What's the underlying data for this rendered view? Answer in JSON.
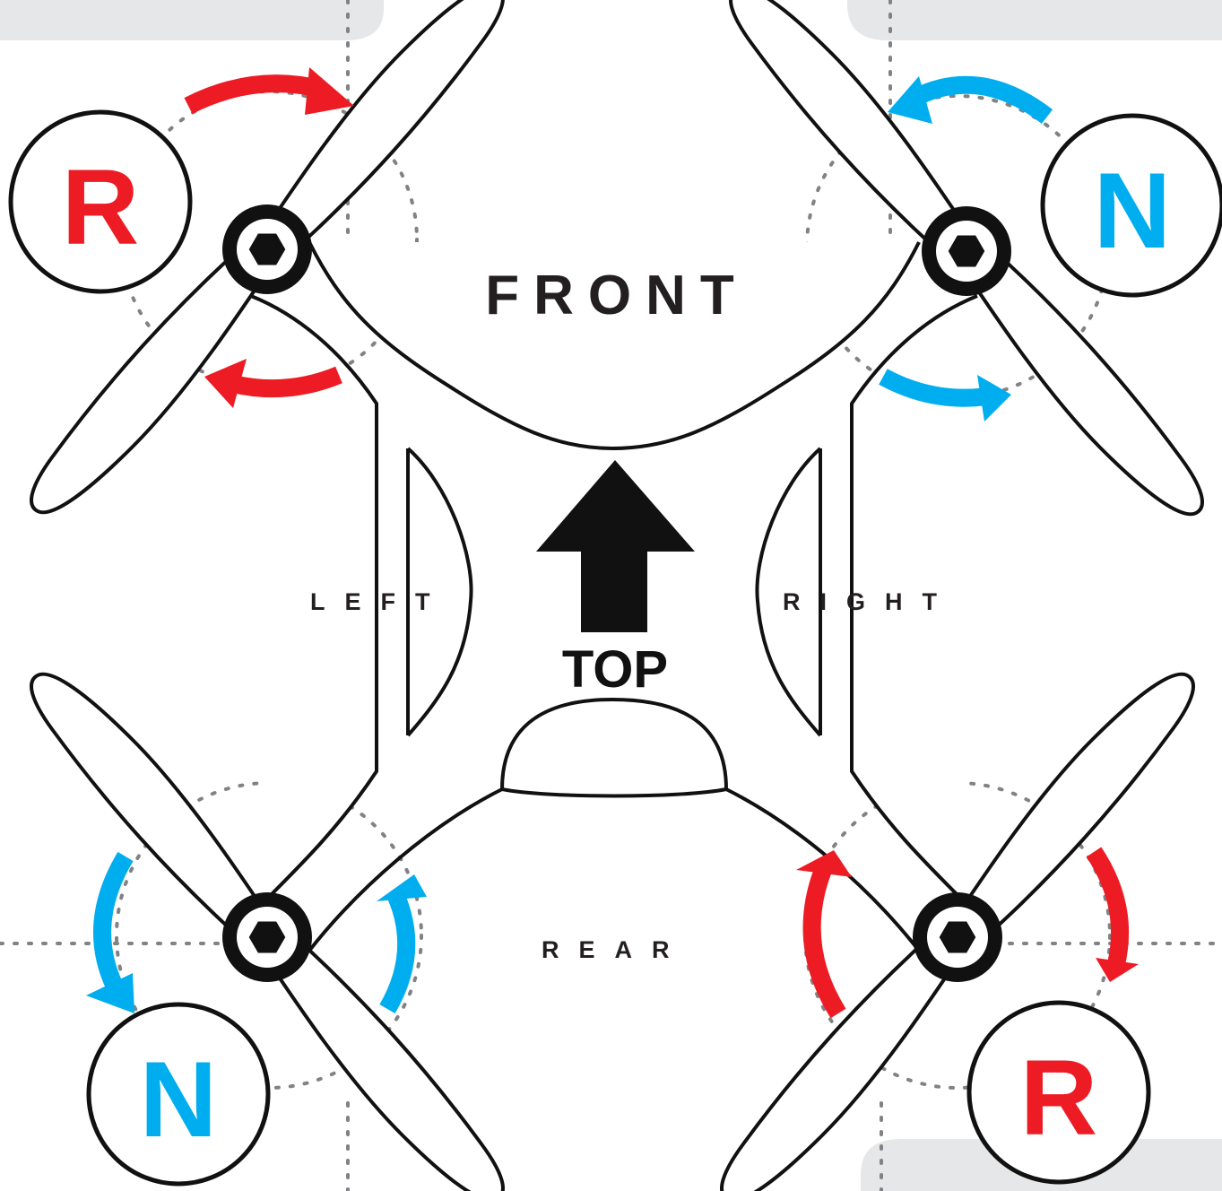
{
  "labels": {
    "front": "FRONT",
    "rear": "REAR",
    "left": "LEFT",
    "right": "RIGHT",
    "top": "TOP"
  },
  "propellers": [
    {
      "id": "front-left",
      "badge": "R",
      "color": "#ed1c24"
    },
    {
      "id": "front-right",
      "badge": "N",
      "color": "#00aeef"
    },
    {
      "id": "rear-left",
      "badge": "N",
      "color": "#00aeef"
    },
    {
      "id": "rear-right",
      "badge": "R",
      "color": "#ed1c24"
    }
  ],
  "colors": {
    "outline": "#111111",
    "panel": "#e6e7e8",
    "guide": "#808285",
    "reverse": "#ed1c24",
    "normal": "#00aeef"
  }
}
